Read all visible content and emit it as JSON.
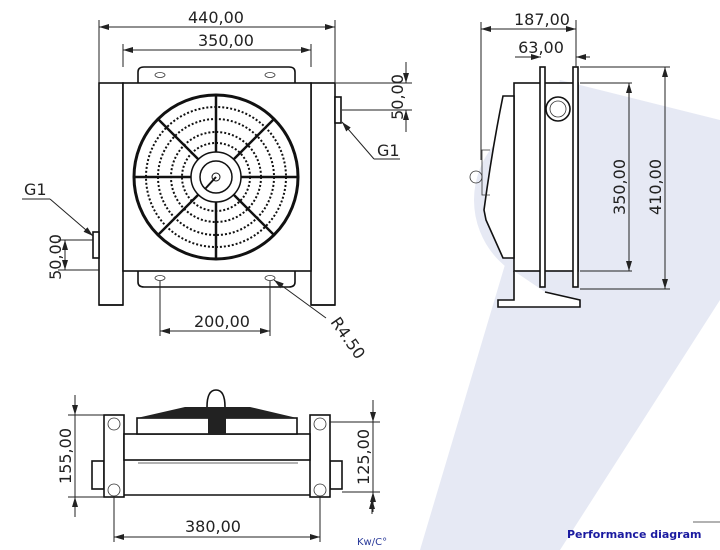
{
  "front_view": {
    "dim_overall_width": "440,00",
    "dim_core_width": "350,00",
    "dim_port_top": "50,00",
    "port_right_label": "G1",
    "port_left_label": "G1",
    "dim_port_bottom": "50,00",
    "dim_mount_spacing": "200,00",
    "dim_radius": "R4.50"
  },
  "side_view": {
    "dim_overall_depth": "187,00",
    "dim_tank_depth": "63,00",
    "dim_core_height": "350,00",
    "dim_overall_height": "410,00"
  },
  "bottom_view": {
    "dim_height_left": "155,00",
    "dim_height_right": "125,00",
    "dim_hole_spacing": "380,00"
  },
  "footer": {
    "unit_label": "Kw/C°",
    "performance_title": "Performance diagram"
  },
  "colors": {
    "watermark": "#e6e9f4",
    "title": "#1a1aa0"
  }
}
